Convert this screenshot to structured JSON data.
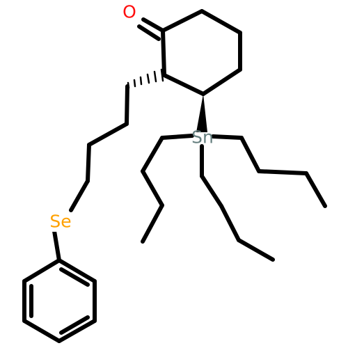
{
  "molecule": {
    "atoms": [
      {
        "key": "oxygen",
        "symbol": "O",
        "color": "#ff0d0d"
      },
      {
        "key": "tin",
        "symbol": "Sn",
        "color": "#668080"
      },
      {
        "key": "selenium",
        "symbol": "Se",
        "color": "#ffa100"
      }
    ],
    "bond_color": "#000000",
    "stereo_bonds": [
      {
        "name": "ring-to-propyl",
        "style": "hashed-wedge"
      },
      {
        "name": "ring-to-tin",
        "style": "solid-wedge"
      }
    ]
  }
}
